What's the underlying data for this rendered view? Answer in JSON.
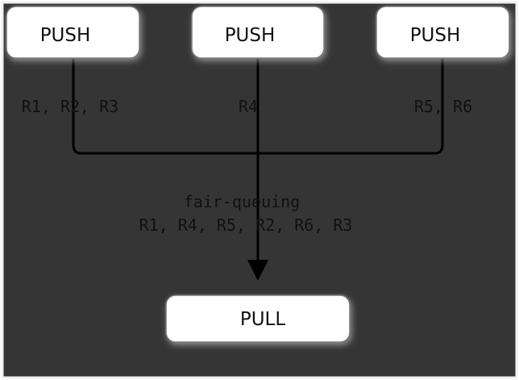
{
  "nodes": {
    "push_left": "PUSH",
    "push_center": "PUSH",
    "push_right": "PUSH",
    "pull": "PULL"
  },
  "messages": {
    "left": "R1, R2, R3",
    "center": "R4",
    "right": "R5, R6"
  },
  "fair_queuing": {
    "label": "fair-queuing",
    "order": "R1, R4, R5, R2, R6, R3"
  },
  "colors": {
    "background": "#353535",
    "border": "#f0f0f0",
    "node_fill": "#ffffff",
    "line": "#000000",
    "text": "#111111"
  }
}
